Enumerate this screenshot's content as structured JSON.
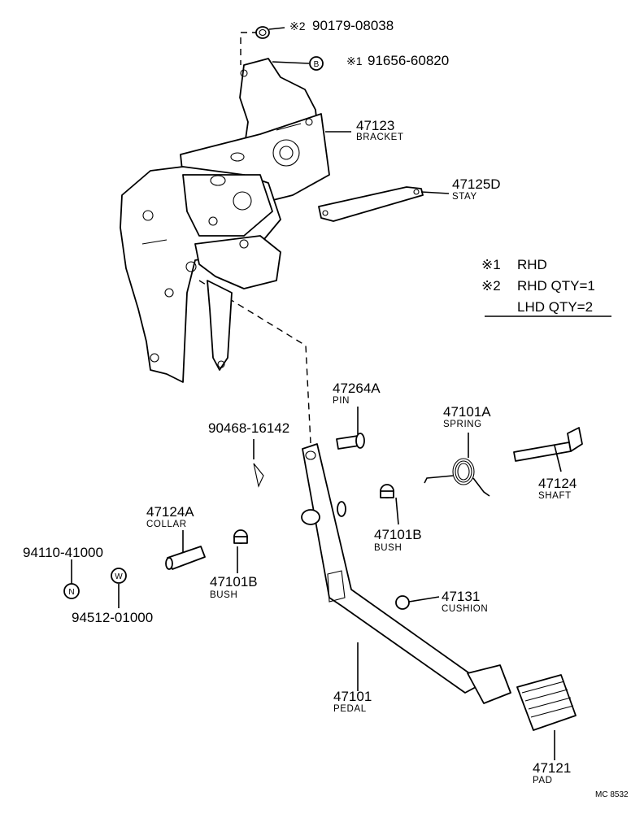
{
  "diagram": {
    "parts": [
      {
        "number": "90179-08038",
        "mark": "※2"
      },
      {
        "number": "91656-60820",
        "mark": "※1"
      },
      {
        "number": "47123",
        "name": "BRACKET"
      },
      {
        "number": "47125D",
        "name": "STAY"
      },
      {
        "number": "47264A",
        "name": "PIN"
      },
      {
        "number": "47101A",
        "name": "SPRING"
      },
      {
        "number": "90468-16142"
      },
      {
        "number": "47124",
        "name": "SHAFT"
      },
      {
        "number": "47124A",
        "name": "COLLAR"
      },
      {
        "number": "47101B",
        "name": "BUSH"
      },
      {
        "number": "94110-41000"
      },
      {
        "number": "47101B",
        "name": "BUSH"
      },
      {
        "number": "94512-01000"
      },
      {
        "number": "47131",
        "name": "CUSHION"
      },
      {
        "number": "47101",
        "name": "PEDAL"
      },
      {
        "number": "47121",
        "name": "PAD"
      }
    ],
    "legend": {
      "line1_mark": "※1",
      "line1_text": "RHD",
      "line2_mark": "※2",
      "line2_text": "RHD QTY=1",
      "line3_text": "LHD QTY=2"
    },
    "badges": {
      "b": "B",
      "n": "N",
      "w": "W"
    },
    "code": "MC 8532"
  }
}
